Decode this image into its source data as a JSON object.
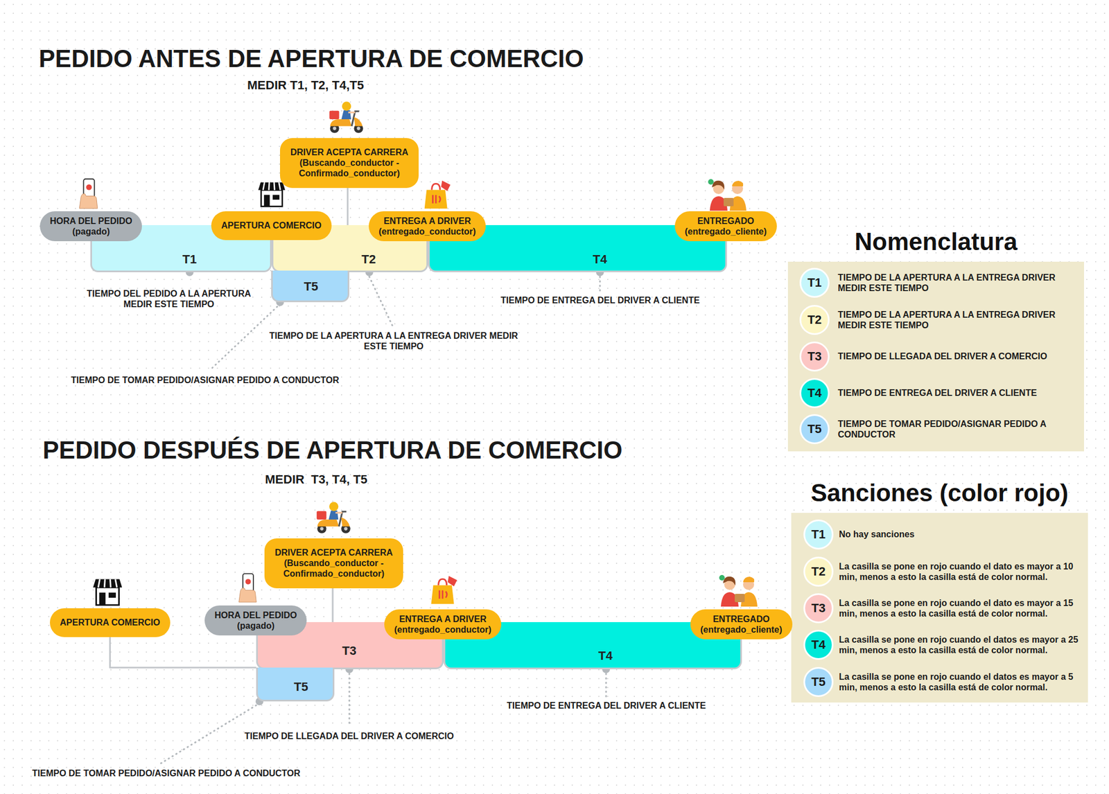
{
  "diagram": {
    "nodes": [
      {
        "text": [
          "HORA DEL PEDIDO",
          "(pagado)"
        ]
      },
      {
        "text": [
          "APERTURA COMERCIO"
        ]
      },
      {
        "text": [
          "DRIVER ACEPTA CARRERA",
          "(Buscando_conductor - Confirmado_conductor)"
        ]
      },
      {
        "text": [
          "ENTREGA A DRIVER",
          "(entregado_conductor)"
        ]
      },
      {
        "text": [
          "ENTREGADO",
          "(entregado_cliente)"
        ]
      },
      {
        "text": [
          "T1"
        ]
      },
      {
        "text": [
          "T2"
        ]
      },
      {
        "text": [
          "T4"
        ]
      },
      {
        "text": [
          "T5"
        ]
      },
      {
        "text": [
          "APERTURA COMERCIO"
        ]
      },
      {
        "text": [
          "HORA DEL PEDIDO",
          "(pagado)"
        ]
      },
      {
        "text": [
          "DRIVER ACEPTA CARRERA",
          "(Buscando_conductor - Confirmado_conductor)"
        ]
      },
      {
        "text": [
          "ENTREGA A DRIVER",
          "(entregado_conductor)"
        ]
      },
      {
        "text": [
          "ENTREGADO",
          "(entregado_cliente)"
        ]
      },
      {
        "text": [
          "T3"
        ]
      },
      {
        "text": [
          "T4"
        ]
      },
      {
        "text": [
          "T5"
        ]
      },
      {
        "text": [
          "Nomenclatura"
        ]
      },
      {
        "text": [
          "T1"
        ],
        "in": 17
      },
      {
        "text": [
          "T2"
        ],
        "in": 17
      },
      {
        "text": [
          "T3"
        ],
        "in": 17
      },
      {
        "text": [
          "T4"
        ],
        "in": 17
      },
      {
        "text": [
          "T5"
        ],
        "in": 17
      },
      {
        "text": [
          "Sanciones (color rojo)"
        ]
      },
      {
        "text": [
          "T1"
        ],
        "in": 23
      },
      {
        "text": [
          "T2"
        ],
        "in": 23
      },
      {
        "text": [
          "T3"
        ],
        "in": 23
      },
      {
        "text": [
          "T4"
        ],
        "in": 23
      },
      {
        "text": [
          "T5"
        ],
        "in": 23
      }
    ],
    "edges": [
      {
        "from": 2,
        "to": 8,
        "arrow": "none"
      },
      {
        "from": 9,
        "to": 14,
        "arrow": "none"
      },
      {
        "from": 11,
        "to": 16,
        "arrow": "none"
      }
    ],
    "labels": [
      "PEDIDO ANTES DE APERTURA DE COMERCIO",
      "MEDIR T1, T2, T4,T5",
      "TIEMPO DEL PEDIDO A LA APERTURA MEDIR ESTE TIEMPO",
      "TIEMPO DE TOMAR PEDIDO/ASIGNAR PEDIDO A CONDUCTOR",
      "TIEMPO DE LA APERTURA A LA ENTREGA DRIVER MEDIR ESTE TIEMPO",
      "TIEMPO DE ENTREGA DEL DRIVER A CLIENTE",
      "PEDIDO DESPUÉS DE APERTURA DE COMERCIO",
      "MEDIR  T3, T4, T5",
      "TIEMPO DE ENTREGA DEL DRIVER A CLIENTE",
      "TIEMPO DE LLEGADA DEL DRIVER A COMERCIO",
      "TIEMPO DE TOMAR PEDIDO/ASIGNAR PEDIDO A CONDUCTOR",
      "TIEMPO DE LA APERTURA A LA ENTREGA DRIVER MEDIR ESTE TIEMPO",
      "TIEMPO DE LA APERTURA A LA ENTREGA DRIVER MEDIR ESTE TIEMPO",
      "TIEMPO DE LLEGADA DEL DRIVER A COMERCIO",
      "TIEMPO DE ENTREGA DEL DRIVER A CLIENTE",
      "TIEMPO DE TOMAR PEDIDO/ASIGNAR PEDIDO A CONDUCTOR",
      "No hay sanciones",
      "La casilla se pone en rojo cuando el dato es mayor a 10 min, menos a esto la casilla está de color normal.",
      "La casilla se pone en rojo cuando el dato es mayor a 15 min, menos a esto la casilla está de color normal.",
      "La casilla se pone en rojo cuando el datos es mayor a 25 min, menos a esto la casilla está de color normal.",
      "La casilla se pone en rojo cuando el datos es mayor a 5 min, menos a esto la casilla está de color normal."
    ]
  }
}
